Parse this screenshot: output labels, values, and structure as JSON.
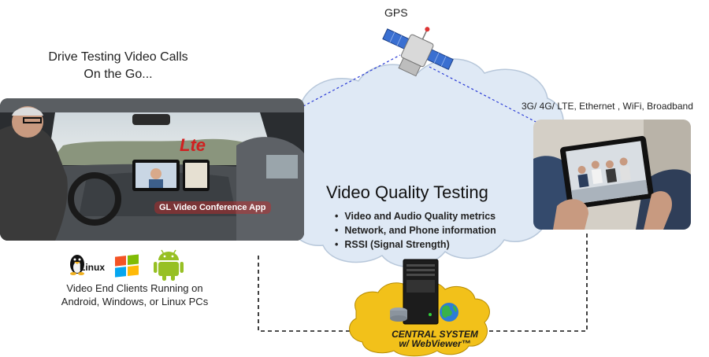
{
  "heading": {
    "line1": "Drive Testing Video Calls",
    "line2": "On the Go..."
  },
  "gps": {
    "label": "GPS"
  },
  "network": {
    "label": "3G/ 4G/ LTE, Ethernet , WiFi, Broadband"
  },
  "car": {
    "lte_badge": "Lte",
    "app_label": "GL Video Conference App"
  },
  "cloud": {
    "title": "Video Quality Testing",
    "bullets": [
      "Video and Audio Quality metrics",
      "Network, and Phone information",
      "RSSI (Signal Strength)"
    ]
  },
  "clients": {
    "linux_label": "Linux",
    "line1": "Video End Clients Running on",
    "line2": "Android, Windows, or Linux PCs"
  },
  "central": {
    "line1": "CENTRAL SYSTEM",
    "line2": "w/ WebViewer™"
  },
  "colors": {
    "cloud_fill": "#dfe9f5",
    "cloud_stroke": "#b7c7da",
    "link_blue": "#2a3bd6",
    "link_dashed": "#111111",
    "central_cloud": "#f2c11a",
    "android_green": "#97c024"
  },
  "icons": [
    "satellite-icon",
    "linux-tux-icon",
    "windows-logo-icon",
    "android-robot-icon",
    "server-icon",
    "globe-icon"
  ]
}
